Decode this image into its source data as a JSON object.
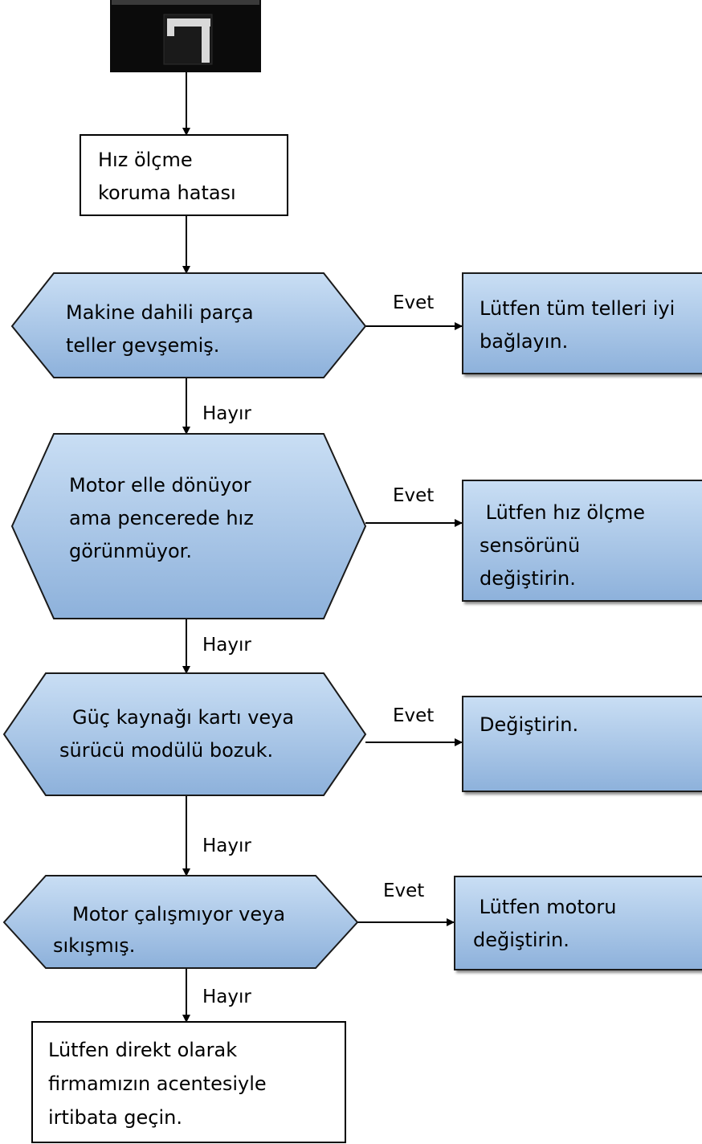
{
  "display": {
    "digit": "7"
  },
  "start_box": {
    "lines": [
      "Hız ölçme",
      "koruma hatası"
    ]
  },
  "decisions": [
    {
      "lines": [
        "Makine dahili parça",
        "teller gevşemiş."
      ],
      "yes": "Evet",
      "no": "Hayır",
      "action": {
        "lines": [
          "Lütfen tüm telleri iyi",
          "bağlayın."
        ]
      }
    },
    {
      "lines": [
        "Motor elle dönüyor",
        "ama pencerede hız",
        "görünmüyor."
      ],
      "yes": "Evet",
      "no": "Hayır",
      "action": {
        "lines": [
          " Lütfen hız ölçme",
          "sensörünü",
          "değiştirin."
        ]
      }
    },
    {
      "lines": [
        "Güç kaynağı kartı veya",
        "sürücü modülü bozuk."
      ],
      "yes": "Evet",
      "no": "Hayır",
      "action": {
        "lines": [
          "Değiştirin."
        ]
      }
    },
    {
      "lines": [
        "Motor çalışmıyor veya",
        "sıkışmış."
      ],
      "yes": "Evet",
      "no": "Hayır",
      "action": {
        "lines": [
          " Lütfen motoru",
          "değiştirin."
        ]
      }
    }
  ],
  "end_box": {
    "lines": [
      "Lütfen direkt olarak",
      "firmamızın acentesiyle",
      "irtibata geçin."
    ]
  },
  "colors": {
    "shape_fill_top": "#c6dcf3",
    "shape_fill_bottom": "#8fb3dc",
    "display_bg": "#0b0b0b",
    "digit": "#d4d4d4"
  }
}
